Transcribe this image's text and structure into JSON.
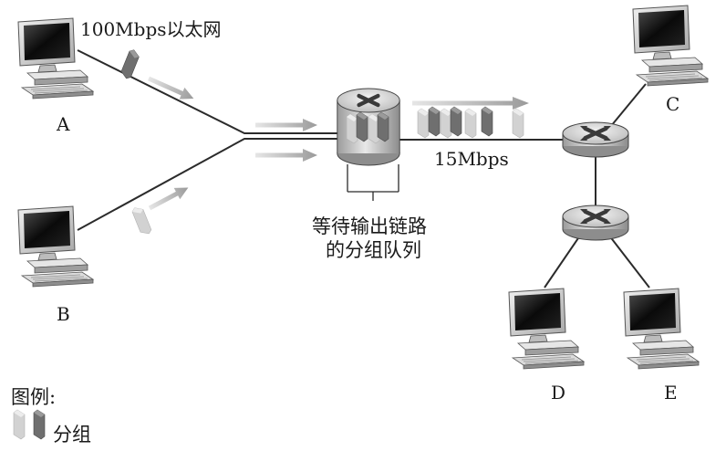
{
  "labels": {
    "link_a": "100Mbps以太网",
    "link_out": "15Mbps",
    "queue_line1": "等待输出链路",
    "queue_line2": "的分组队列",
    "legend_title": "图例:",
    "legend_packet": "分组"
  },
  "hosts": [
    "A",
    "B",
    "C",
    "D",
    "E"
  ],
  "colors": {
    "line": "#2b2b2b",
    "arrow": "#a9a9a9",
    "packet_light": "#c9c9c9",
    "packet_dark": "#6e6e6e",
    "screen": "#0d0d0d",
    "monitor_body": "#d8d8d8"
  }
}
